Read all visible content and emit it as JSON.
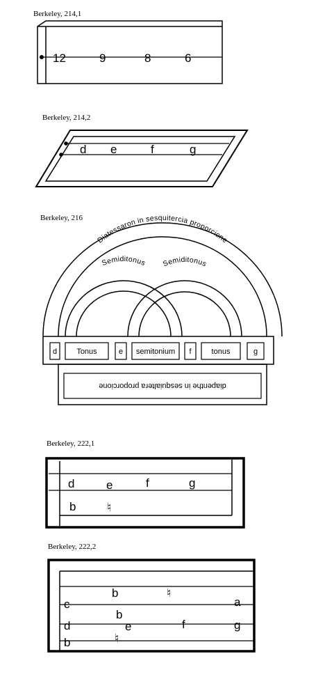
{
  "figures": [
    {
      "caption": "Berkeley, 214,1",
      "labels": [
        "12",
        "9",
        "8",
        "6"
      ]
    },
    {
      "caption": "Berkeley, 214,2",
      "labels": [
        "d",
        "e",
        "f",
        "g"
      ]
    },
    {
      "caption": "Berkeley, 216",
      "outer_arc_text": "Diatessaron in sesquitercia proporcione",
      "left_arc_text": "Semiditonus",
      "right_arc_text": "Semiditonus",
      "strip": [
        "d",
        "Tonus",
        "e",
        "semitonium",
        "f",
        "tonus",
        "g"
      ],
      "bottom_text": "diapenthe in sesquialtera proporcione"
    },
    {
      "caption": "Berkeley, 222,1",
      "row1": [
        "d",
        "e",
        "f",
        "g"
      ],
      "row2": [
        "b",
        "♮"
      ]
    },
    {
      "caption": "Berkeley, 222,2",
      "row_top": [
        "b",
        "♮"
      ],
      "row_c": [
        "c",
        "a"
      ],
      "row_mid": [
        "b"
      ],
      "row_d": [
        "d",
        "e",
        "f",
        "g"
      ],
      "row_bottom": [
        "b",
        "♮"
      ]
    }
  ]
}
